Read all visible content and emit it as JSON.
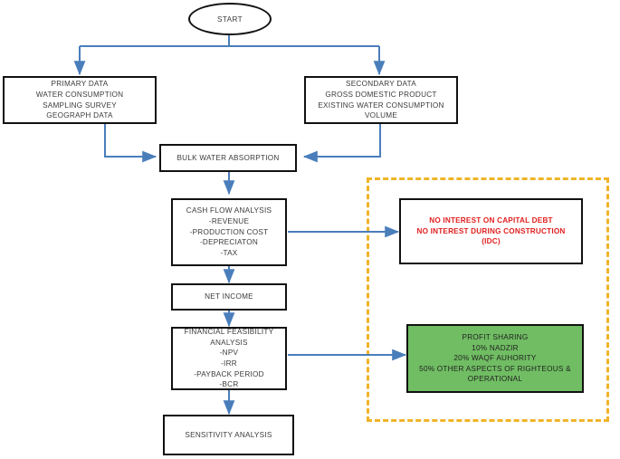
{
  "diagram": {
    "title": "Water Supply Financial Feasibility Flowchart",
    "colors": {
      "connector": "#4a7ebb",
      "node_border": "#111111",
      "group_dashed": "#f0b429",
      "highlight_red": "#e02020",
      "highlight_green": "#70bd63",
      "canvas": "#ffffff"
    },
    "nodes": {
      "start": {
        "label": "START",
        "shape": "ellipse"
      },
      "primary_data": {
        "label": "PRIMARY DATA\nWATER CONSUMPTION\nSAMPLING SURVEY\nGEOGRAPH DATA",
        "shape": "rect"
      },
      "secondary_data": {
        "label": "SECONDARY DATA\nGROSS DOMESTIC PRODUCT\nEXISTING WATER CONSUMPTION\nVOLUME",
        "shape": "rect"
      },
      "bulk_water": {
        "label": "BULK WATER ABSORPTION",
        "shape": "rect"
      },
      "cash_flow": {
        "label": "CASH FLOW ANALYSIS\n-REVENUE\n-PRODUCTION COST\n-DEPRECIATON\n-TAX",
        "shape": "rect"
      },
      "net_income": {
        "label": "NET INCOME",
        "shape": "rect"
      },
      "financial_feasibility": {
        "label": "FINANCIAL FEASIBILITY\nANALYSIS\n-NPV\n-IRR\n-PAYBACK PERIOD\n-BCR",
        "shape": "rect"
      },
      "sensitivity": {
        "label": "SENSITIVITY ANALYSIS",
        "shape": "rect"
      },
      "no_interest": {
        "label": "NO INTEREST ON CAPITAL DEBT\nNO INTEREST DURING CONSTRUCTION\n(IDC)",
        "shape": "rect"
      },
      "profit_sharing": {
        "label": "PROFIT SHARING\n10% NADZIR\n20% WAQF AUHORITY\n50% OTHER ASPECTS OF RIGHTEOUS &\nOPERATIONAL",
        "shape": "rect"
      }
    },
    "group": {
      "label": ""
    }
  }
}
